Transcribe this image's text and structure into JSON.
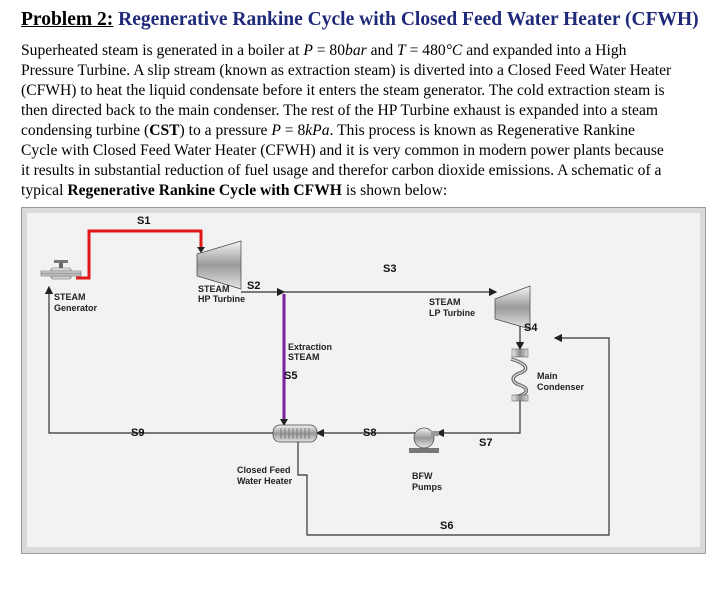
{
  "title": {
    "problem": "Problem 2:",
    "heading": "Regenerative Rankine Cycle with Closed Feed Water Heater (CFWH)"
  },
  "paragraph": {
    "l1a": "Superheated steam is generated in a boiler at ",
    "p1": "P",
    "p1v": " = 80",
    "p1u": "bar",
    "l1b": " and ",
    "t1": "T",
    "t1v": " = 480",
    "t1u": "°C",
    "l1c": " and expanded into a High",
    "l2": "Pressure Turbine. A slip stream (known as extraction steam) is diverted into a Closed Feed Water Heater",
    "l3": "(CFWH) to heat the liquid condensate before it enters the steam generator. The cold extraction steam is",
    "l4": "then directed back to the main condenser. The rest of the HP Turbine exhaust is expanded into a steam",
    "l5a": "condensing turbine (",
    "l5b": "CST",
    "l5c": ") to a pressure ",
    "p2": "P",
    "p2v": " = 8",
    "p2u": "kPa",
    "l5d": ". This process is known as Regenerative Rankine",
    "l6": "Cycle with Closed Feed Water Heater (CFWH) and it is very common in modern power plants because",
    "l7": "it results in substantial reduction of  fuel usage and therefor carbon dioxide emissions. A schematic of a",
    "l8a": "typical  ",
    "l8b": "Regenerative Rankine Cycle with CFWH",
    "l8c": " is shown below:"
  },
  "schematic": {
    "states": [
      "S1",
      "S2",
      "S3",
      "S4",
      "S5",
      "S6",
      "S7",
      "S8",
      "S9"
    ],
    "components": {
      "generator": [
        "STEAM",
        "Generator"
      ],
      "hp_turbine": [
        "STEAM",
        "HP Turbine"
      ],
      "lp_turbine": [
        "STEAM",
        "LP Turbine"
      ],
      "extraction": [
        "Extraction",
        "STEAM"
      ],
      "condenser": [
        "Main",
        "Condenser"
      ],
      "heater": [
        "Closed Feed",
        "Water Heater"
      ],
      "pump": [
        "BFW",
        "Pumps"
      ]
    },
    "colors": {
      "superheated_line": "#e01818",
      "extraction_line": "#7a1fa0",
      "pipe": "#333333",
      "panel_bg": "#f2f2f2"
    }
  }
}
